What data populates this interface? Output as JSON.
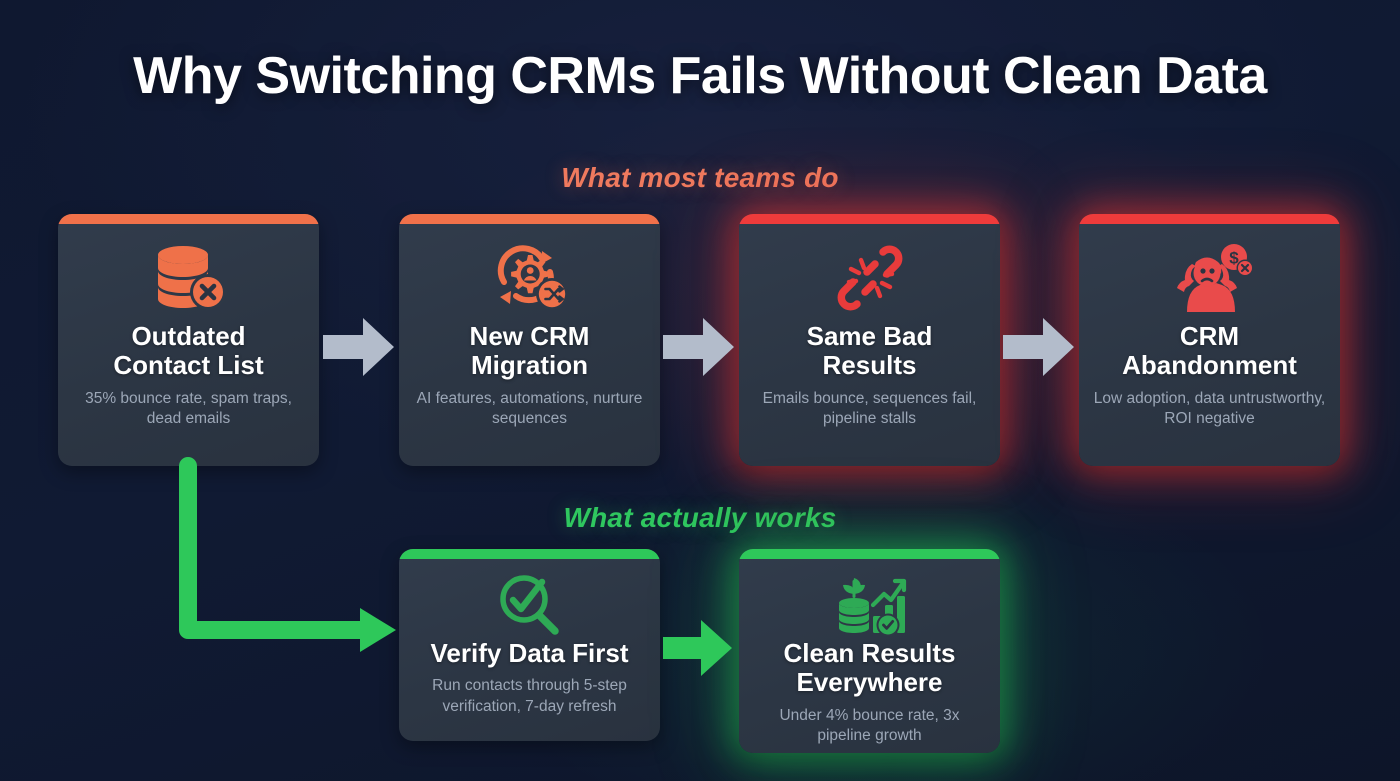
{
  "title": "Why Switching CRMs Fails Without Clean Data",
  "colors": {
    "background": "#101a33",
    "card_body": "#2e3846",
    "accent_orange": "#f0714a",
    "accent_red": "#ee3b3b",
    "accent_green": "#2ec85a",
    "label_bad": "#ef7a5e",
    "label_good": "#2fc75f",
    "arrow_gray": "#b3bccb",
    "arrow_green": "#2ec85a",
    "title_text": "#ffffff",
    "desc_text": "#9ca7b7"
  },
  "sections": {
    "bad_path_label": "What most teams do",
    "good_path_label": "What actually works"
  },
  "bad_path": {
    "cards": [
      {
        "title": "Outdated\nContact List",
        "title_line1": "Outdated",
        "title_line2": "Contact List",
        "description": "35% bounce rate, spam traps, dead emails",
        "icon": "database-error-icon",
        "accent": "#f0714a",
        "glow": "none"
      },
      {
        "title_line1": "New CRM",
        "title_line2": "Migration",
        "description": "AI features, automations, nurture sequences",
        "icon": "gear-sync-shuffle-icon",
        "accent": "#f0714a",
        "glow": "none"
      },
      {
        "title_line1": "Same Bad",
        "title_line2": "Results",
        "description": "Emails bounce, sequences fail, pipeline stalls",
        "icon": "broken-chain-icon",
        "accent": "#ee3b3b",
        "glow": "red"
      },
      {
        "title_line1": "CRM",
        "title_line2": "Abandonment",
        "description": "Low adoption, data untrustworthy, ROI negative",
        "icon": "frustrated-person-money-loss-icon",
        "accent": "#ee3b3b",
        "glow": "red"
      }
    ],
    "connectors": [
      "arrow-right-gray",
      "arrow-right-gray",
      "arrow-right-gray"
    ]
  },
  "good_path": {
    "cards": [
      {
        "title_line1": "Verify Data First",
        "title_line2": "",
        "description": "Run contacts through 5-step verification, 7-day refresh",
        "icon": "magnifier-check-icon",
        "accent": "#2ec85a",
        "glow": "none"
      },
      {
        "title_line1": "Clean Results",
        "title_line2": "Everywhere",
        "description": "Under 4% bounce rate, 3x pipeline growth",
        "icon": "growth-chart-plant-check-icon",
        "accent": "#2ec85a",
        "glow": "green"
      }
    ],
    "connectors": [
      "elbow-arrow-green-down-right",
      "arrow-right-green"
    ]
  }
}
